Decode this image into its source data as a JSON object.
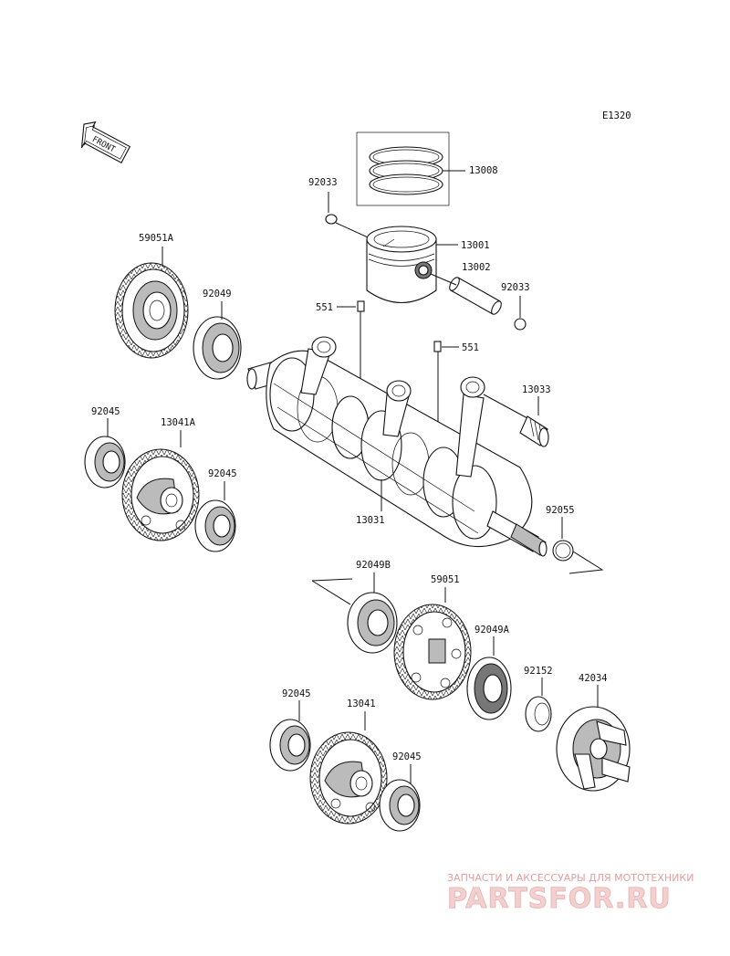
{
  "diagram_code": "E1320",
  "front_label": "FRONT",
  "watermark": {
    "tagline": "ЗАПЧАСТИ И АКСЕССУАРЫ ДЛЯ МОТОТЕХНИКИ",
    "brand": "PARTSFOR.RU"
  },
  "labels": [
    {
      "id": "13008",
      "text": "13008"
    },
    {
      "id": "92033a",
      "text": "92033"
    },
    {
      "id": "13001",
      "text": "13001"
    },
    {
      "id": "13002",
      "text": "13002"
    },
    {
      "id": "92033b",
      "text": "92033"
    },
    {
      "id": "59051A",
      "text": "59051A"
    },
    {
      "id": "92049",
      "text": "92049"
    },
    {
      "id": "551a",
      "text": "551"
    },
    {
      "id": "551b",
      "text": "551"
    },
    {
      "id": "13033",
      "text": "13033"
    },
    {
      "id": "92045a",
      "text": "92045"
    },
    {
      "id": "13041A",
      "text": "13041A"
    },
    {
      "id": "92045b",
      "text": "92045"
    },
    {
      "id": "13031",
      "text": "13031"
    },
    {
      "id": "92055",
      "text": "92055"
    },
    {
      "id": "92049B",
      "text": "92049B"
    },
    {
      "id": "59051",
      "text": "59051"
    },
    {
      "id": "92049A",
      "text": "92049A"
    },
    {
      "id": "92152",
      "text": "92152"
    },
    {
      "id": "42034",
      "text": "42034"
    },
    {
      "id": "92045c",
      "text": "92045"
    },
    {
      "id": "13041",
      "text": "13041"
    },
    {
      "id": "92045d",
      "text": "92045"
    }
  ]
}
